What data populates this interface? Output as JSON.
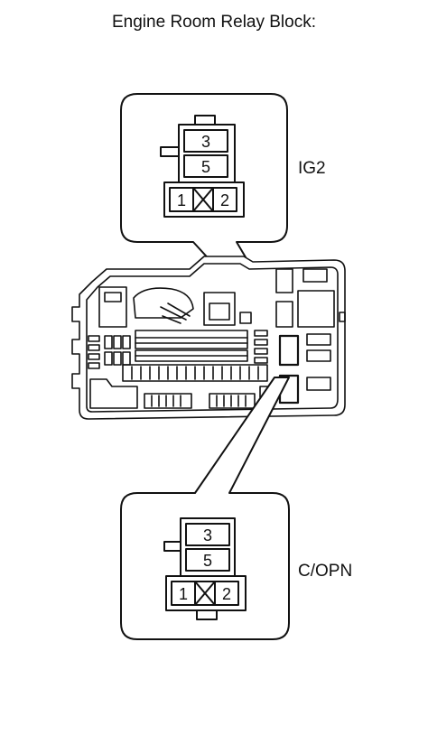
{
  "title": "Engine Room Relay Block:",
  "relays": [
    {
      "name": "IG2",
      "pins": {
        "top": "3",
        "middle": "5",
        "left": "1",
        "right": "2"
      }
    },
    {
      "name": "C/OPN",
      "pins": {
        "top": "3",
        "middle": "5",
        "left": "1",
        "right": "2"
      }
    }
  ],
  "colors": {
    "line": "#111111",
    "background": "#ffffff"
  }
}
